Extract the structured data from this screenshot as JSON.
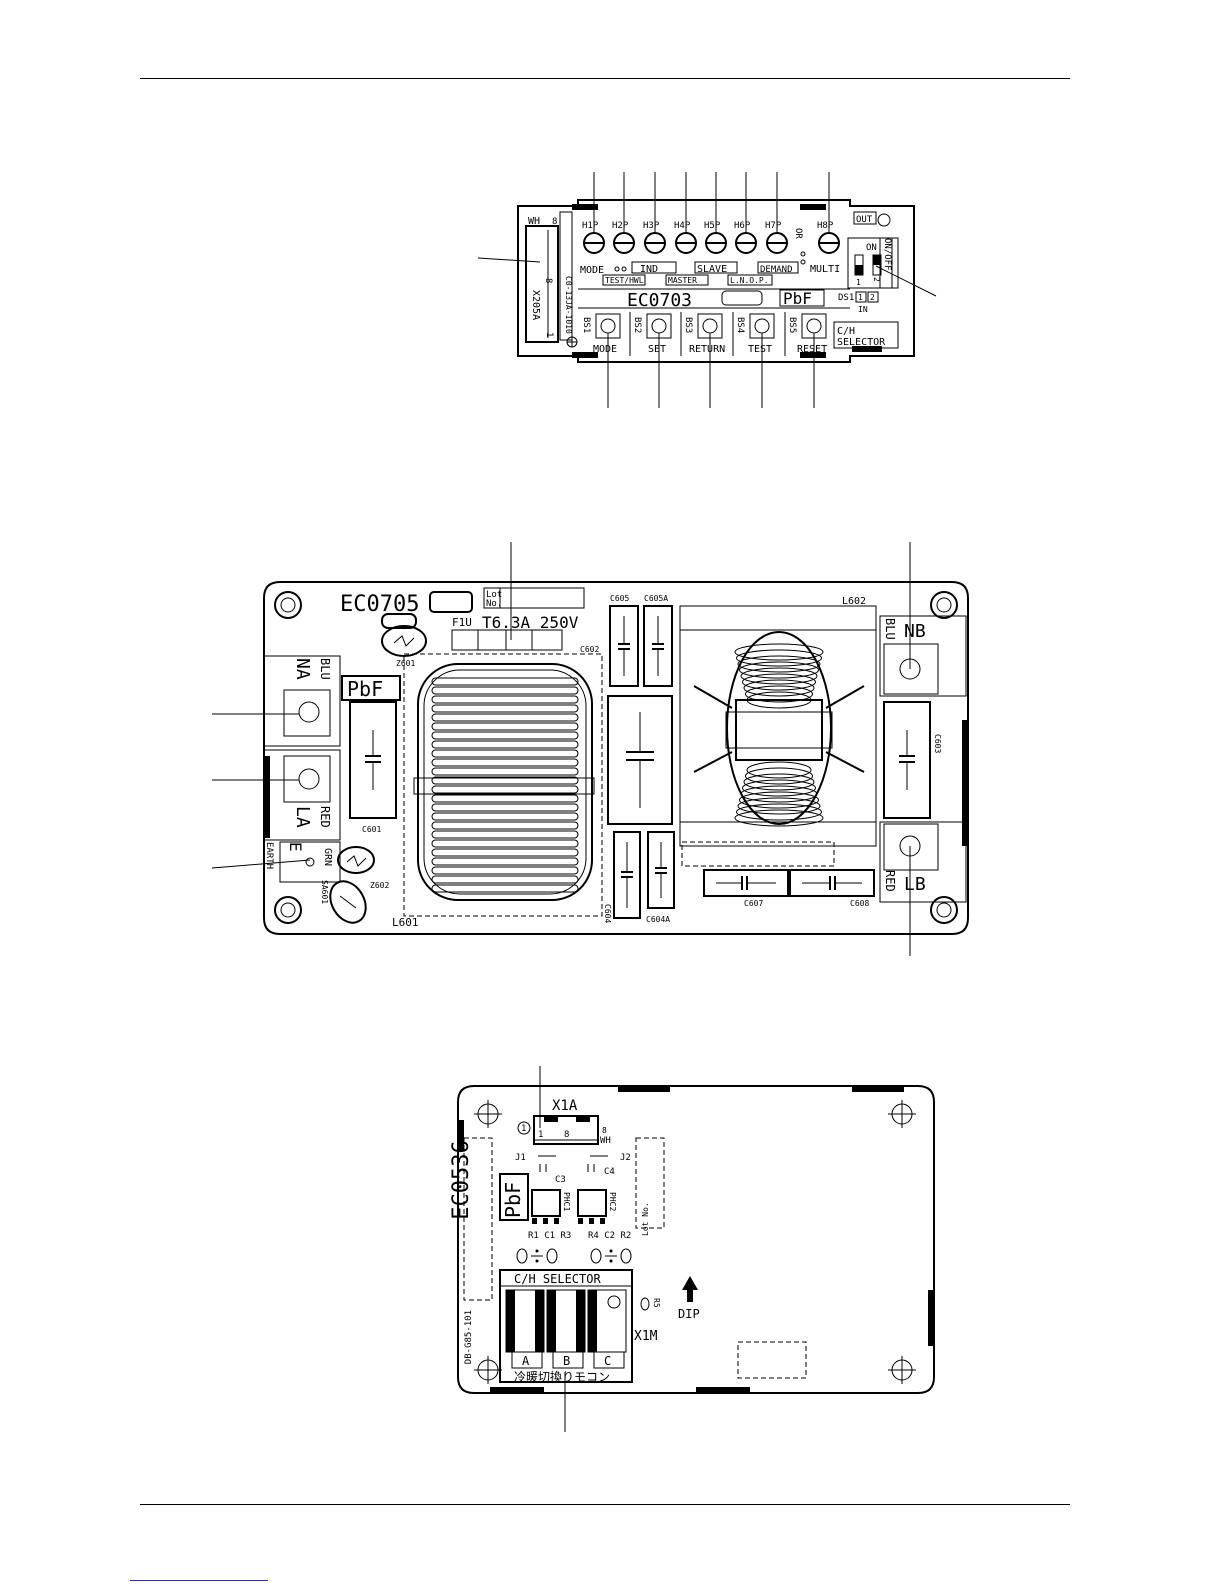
{
  "board1": {
    "leds": [
      "H1P",
      "H2P",
      "H3P",
      "H4P",
      "H5P",
      "H6P",
      "H7P",
      "H8P"
    ],
    "connector": "X205A",
    "wire_color": "WH",
    "pin_label_top": "8",
    "pin_label_bottom": "1",
    "vertical_code": "C0-13JA-1010",
    "silk_mode": "MODE",
    "silk_ind": "IND",
    "silk_slave": "SLAVE",
    "silk_demand": "DEMAND",
    "silk_multi": "MULTI",
    "silk_or": "OR",
    "silk_test": "TEST/HWL",
    "silk_master": "MASTER",
    "silk_lnop": "L.N.O.P.",
    "board_code": "EC0703",
    "pbf": "PbF",
    "switches": [
      {
        "id": "BS1",
        "label": "MODE"
      },
      {
        "id": "BS2",
        "label": "SET"
      },
      {
        "id": "BS3",
        "label": "RETURN"
      },
      {
        "id": "BS4",
        "label": "TEST"
      },
      {
        "id": "BS5",
        "label": "RESET"
      }
    ],
    "dip": {
      "out": "OUT",
      "in": "IN",
      "on": "ON",
      "onoff": "ON/OFF",
      "ds": "DS1",
      "p1": "1",
      "p2": "2"
    },
    "selector_1": "C/H",
    "selector_2": "SELECTOR"
  },
  "board2": {
    "board_code": "EC0705",
    "lot_1": "Lot",
    "lot_2": "No.",
    "fuse": "F1U",
    "fuse_rating": "T6.3A 250V",
    "pbf": "PbF",
    "terminals": {
      "na": "NA",
      "la": "LA",
      "nb": "NB",
      "lb": "LB",
      "e": "E"
    },
    "wire_colors": {
      "blu": "BLU",
      "red": "RED",
      "grn": "GRN"
    },
    "earth": "EARTH",
    "parts": {
      "z601": "Z601",
      "z602": "Z602",
      "sa601": "SA601",
      "c601": "C601",
      "c602": "C602",
      "c603": "C603",
      "c604": "C604",
      "c604a": "C604A",
      "c605": "C605",
      "c605a": "C605A",
      "c607": "C607",
      "c608": "C608",
      "l601": "L601",
      "l602": "L602"
    }
  },
  "board3": {
    "board_code": "EC0536",
    "code_vert": "DB-G85-101",
    "connector": "X1A",
    "pin1": "1",
    "pin8": "8",
    "wh": "WH",
    "circled_one": "1",
    "j1": "J1",
    "j2": "J2",
    "c3": "C3",
    "c4": "C4",
    "phc1": "PHC1",
    "phc2": "PHC2",
    "row_left": "R1 C1 R3",
    "row_right": "R4 C2 R2",
    "lot": "Lot No.",
    "pbf": "PbF",
    "selector": "C/H  SELECTOR",
    "terminals": [
      "A",
      "B",
      "C"
    ],
    "x1m": "X1M",
    "dip": "DIP",
    "r5": "R5",
    "jp_label": "冷暖切換りモコン"
  }
}
